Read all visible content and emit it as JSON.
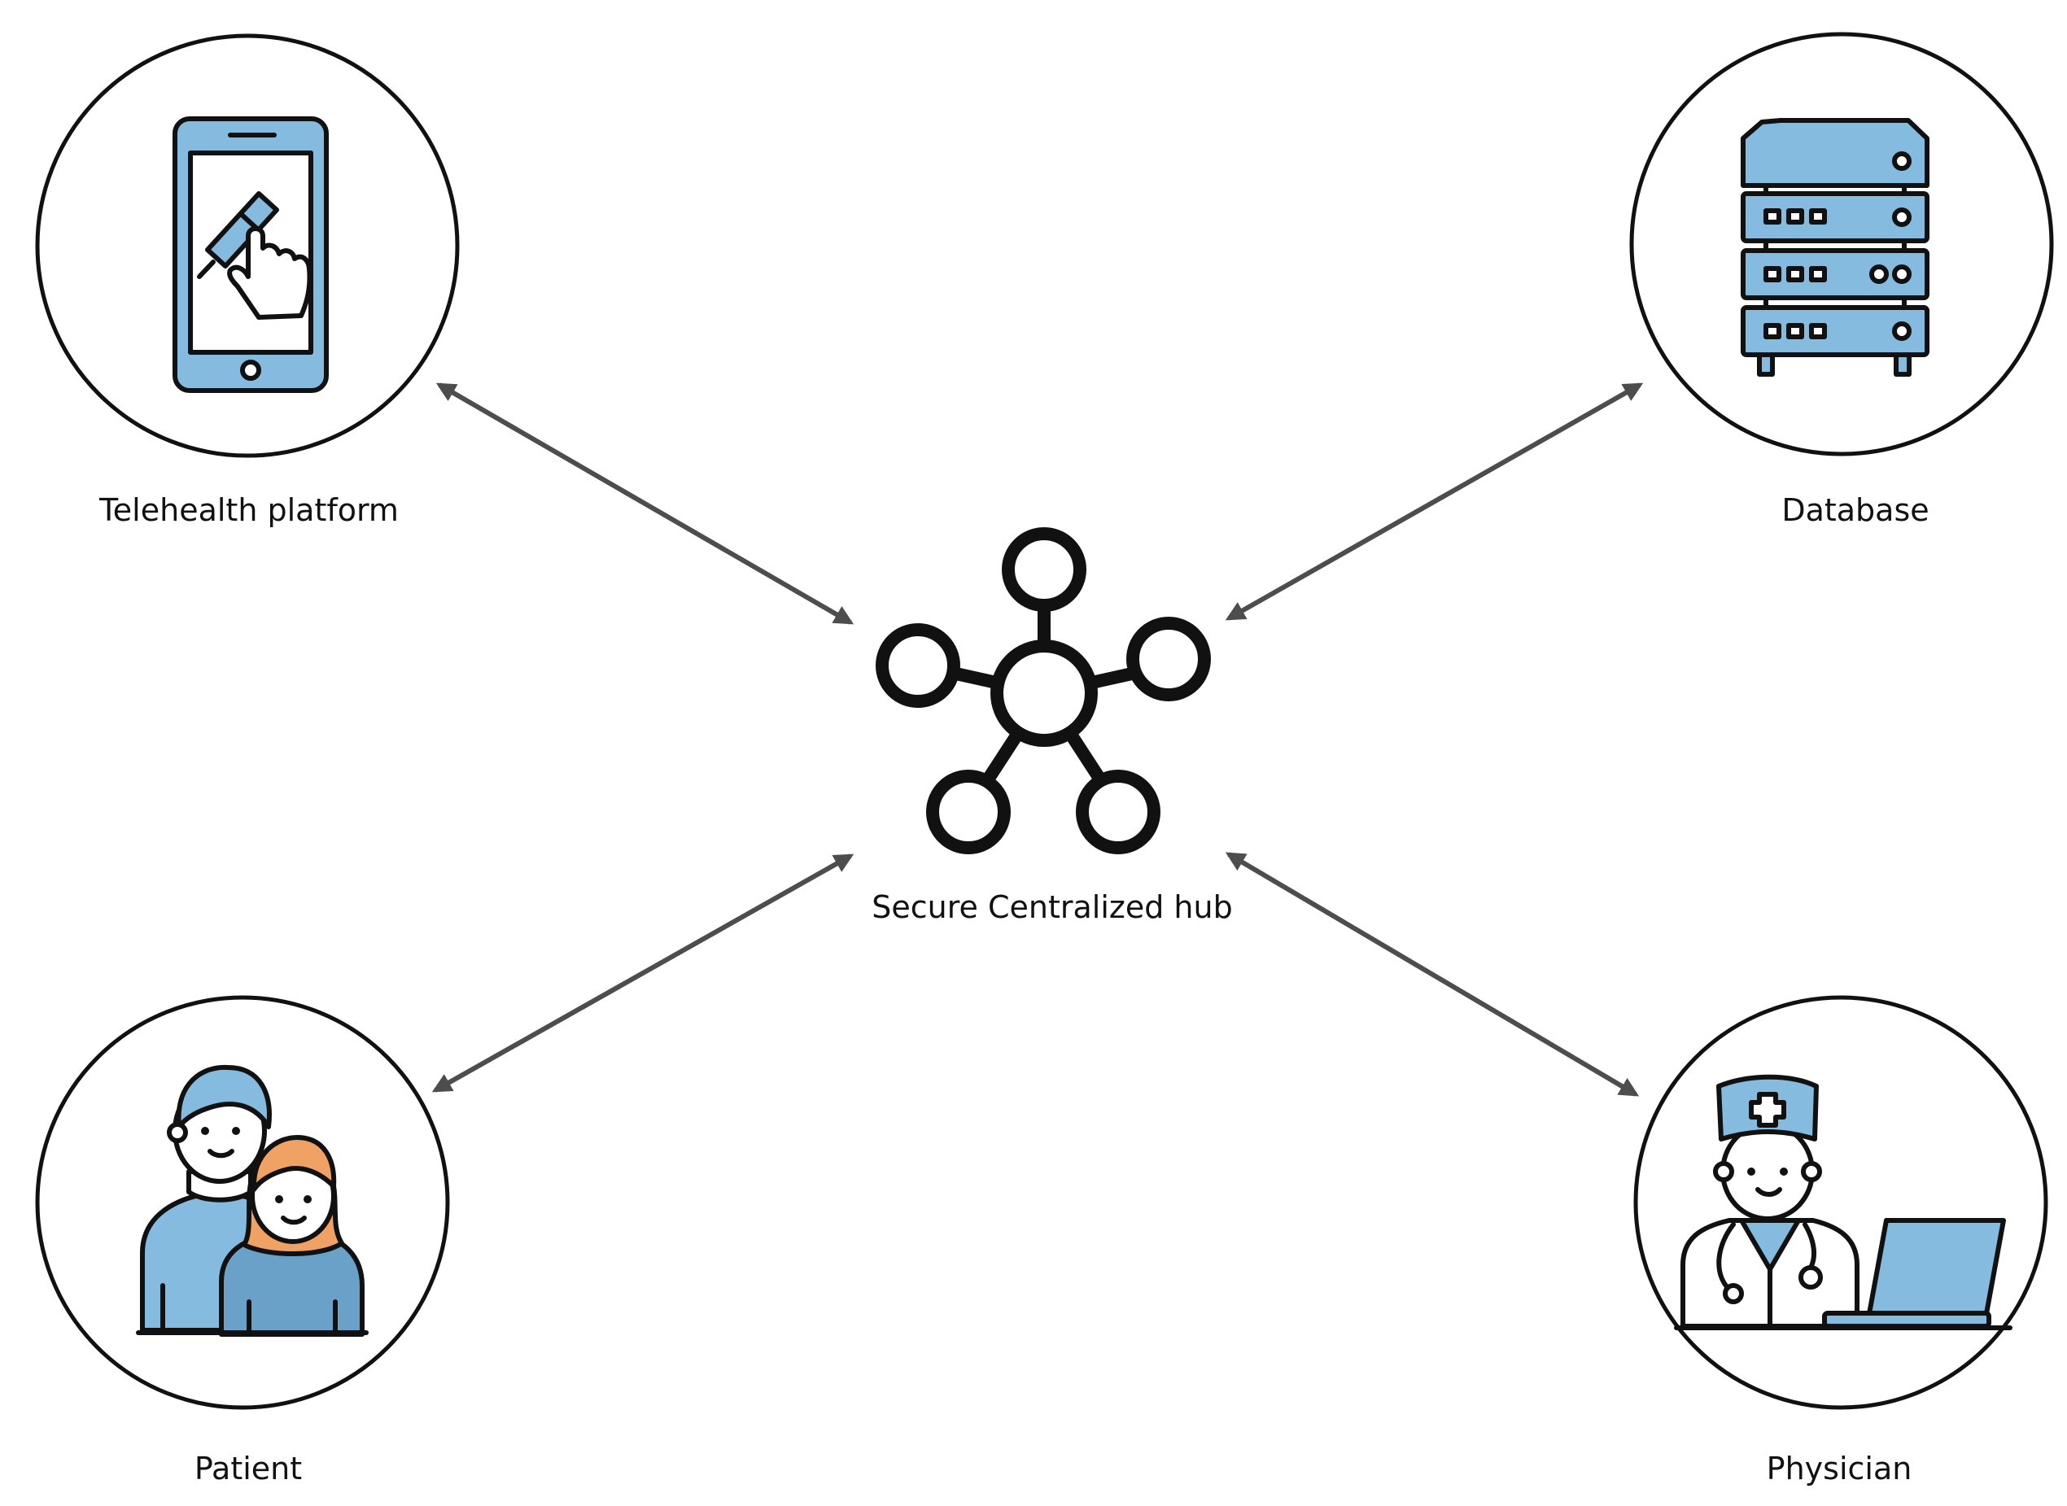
{
  "diagram": {
    "hub": {
      "label": "Secure Centralized hub",
      "icon": "network-hub-icon"
    },
    "nodes": [
      {
        "id": "telehealth",
        "label": "Telehealth platform",
        "icon": "smartphone-touch-icon"
      },
      {
        "id": "database",
        "label": "Database",
        "icon": "server-rack-icon"
      },
      {
        "id": "patient",
        "label": "Patient",
        "icon": "two-people-icon"
      },
      {
        "id": "physician",
        "label": "Physician",
        "icon": "doctor-laptop-icon"
      }
    ],
    "connections": [
      {
        "from": "telehealth",
        "to": "hub",
        "direction": "bidirectional"
      },
      {
        "from": "database",
        "to": "hub",
        "direction": "bidirectional"
      },
      {
        "from": "patient",
        "to": "hub",
        "direction": "bidirectional"
      },
      {
        "from": "physician",
        "to": "hub",
        "direction": "bidirectional"
      }
    ],
    "colors": {
      "icon_fill": "#86bbe0",
      "icon_fill_dark": "#6aa1c9",
      "accent_orange": "#f0a265",
      "outline": "#111111",
      "arrow": "#4d4d4d"
    }
  }
}
